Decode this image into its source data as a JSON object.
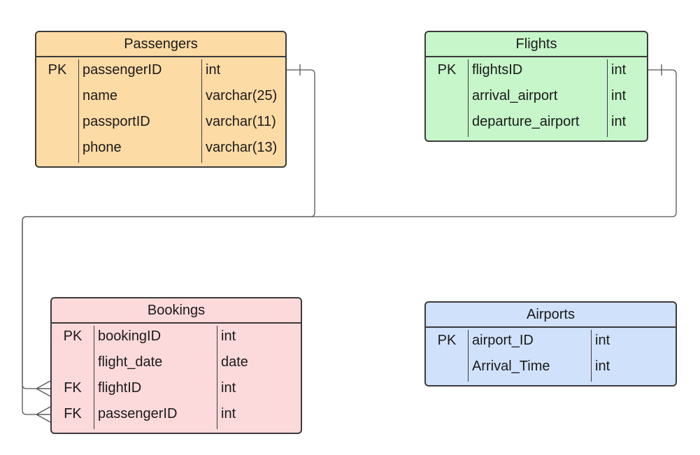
{
  "colors": {
    "passengers": "#fddba5",
    "flights": "#c6f6c9",
    "bookings": "#fcd9da",
    "airports": "#d0e1fc",
    "border": "#3b3b3b",
    "line": "#555555"
  },
  "entities": {
    "passengers": {
      "title": "Passengers",
      "rows": [
        {
          "key": "PK",
          "name": "passengerID",
          "type": "int"
        },
        {
          "key": "",
          "name": "name",
          "type": "varchar(25)"
        },
        {
          "key": "",
          "name": "passportID",
          "type": "varchar(11)"
        },
        {
          "key": "",
          "name": "phone",
          "type": "varchar(13)"
        }
      ]
    },
    "flights": {
      "title": "Flights",
      "rows": [
        {
          "key": "PK",
          "name": "flightsID",
          "type": "int"
        },
        {
          "key": "",
          "name": "arrival_airport",
          "type": "int"
        },
        {
          "key": "",
          "name": "departure_airport",
          "type": "int"
        }
      ]
    },
    "bookings": {
      "title": "Bookings",
      "rows": [
        {
          "key": "PK",
          "name": "bookingID",
          "type": "int"
        },
        {
          "key": "",
          "name": "flight_date",
          "type": "date"
        },
        {
          "key": "FK",
          "name": "flightID",
          "type": "int"
        },
        {
          "key": "FK",
          "name": "passengerID",
          "type": "int"
        }
      ]
    },
    "airports": {
      "title": "Airports",
      "rows": [
        {
          "key": "PK",
          "name": "airport_ID",
          "type": "int"
        },
        {
          "key": "",
          "name": "Arrival_Time",
          "type": "int"
        }
      ]
    }
  }
}
